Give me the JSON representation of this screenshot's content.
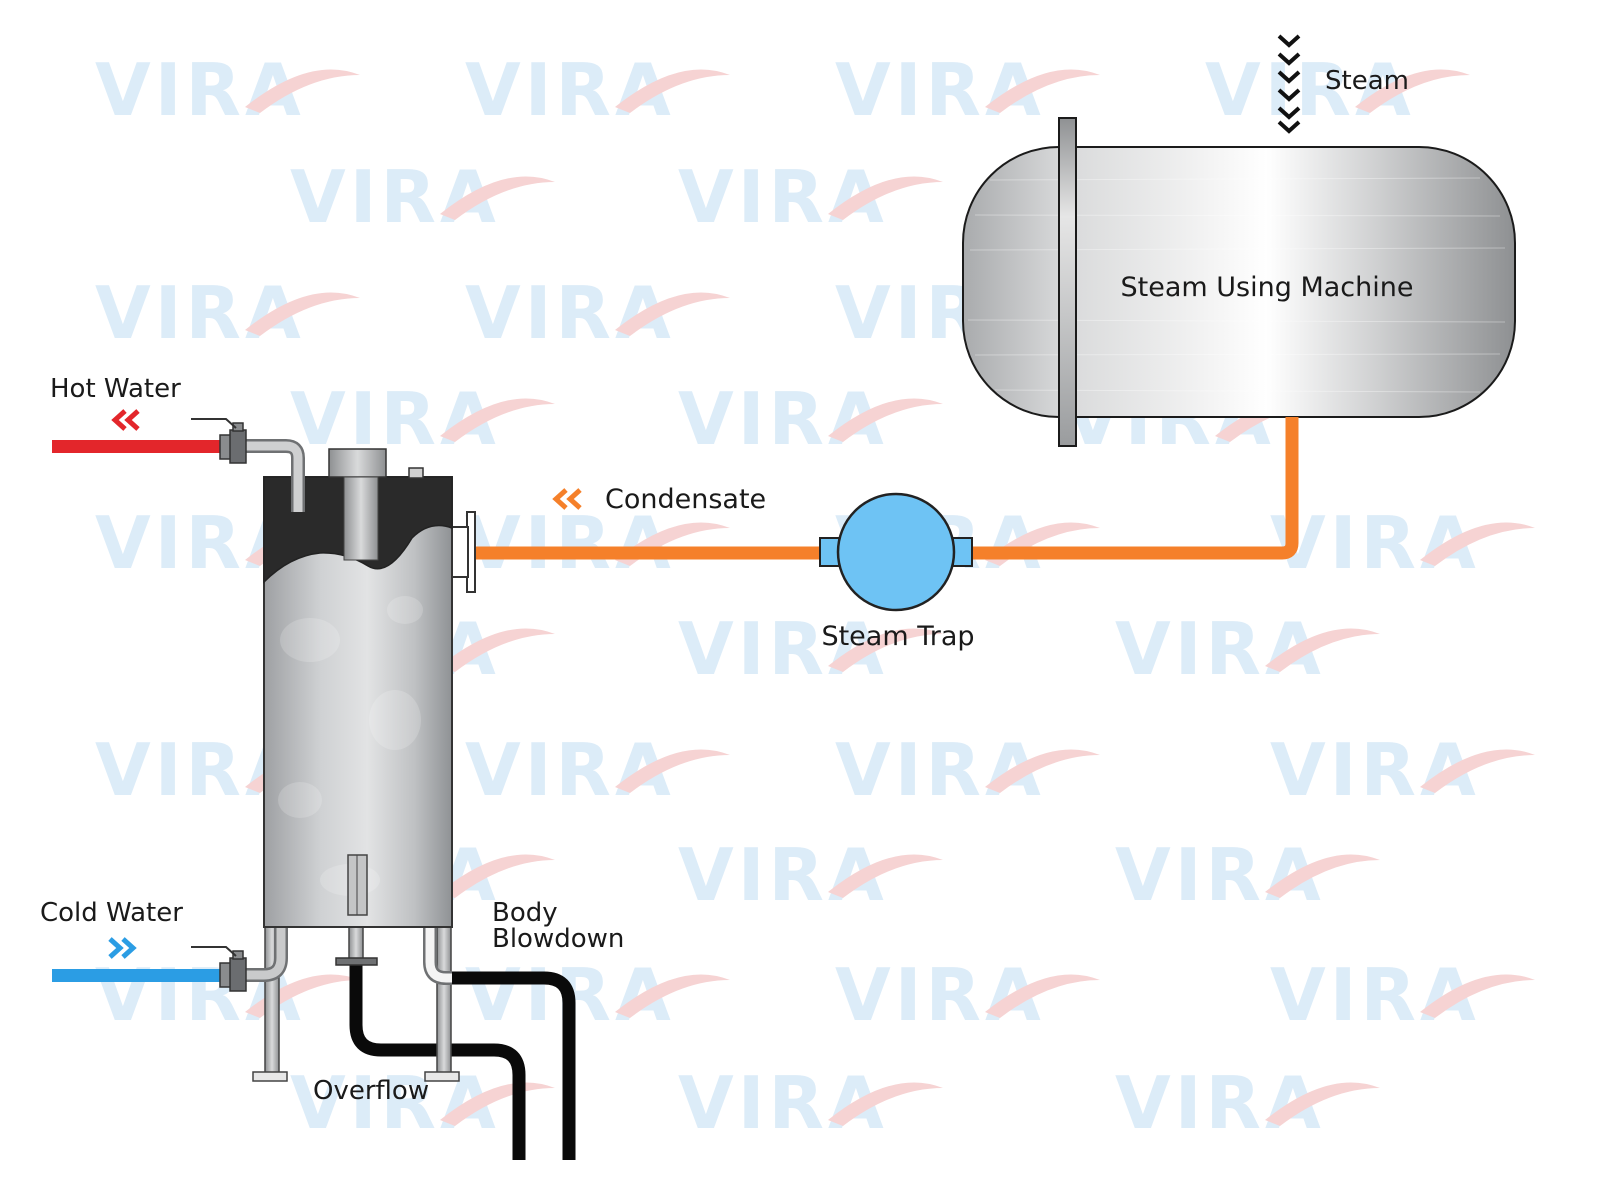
{
  "watermark": {
    "brand": "VIRA"
  },
  "labels": {
    "steam": "Steam",
    "machine": "Steam Using Machine",
    "hot_water": "Hot Water",
    "cold_water": "Cold Water",
    "condensate": "Condensate",
    "steam_trap": "Steam Trap",
    "body_blowdown_line1": "Body",
    "body_blowdown_line2": "Blowdown",
    "overflow": "Overflow"
  },
  "colors": {
    "hot_water": "#e3262b",
    "cold_water": "#2b9de4",
    "condensate": "#f5802a",
    "steam_trap": "#6ec3f4",
    "drain": "#0a0a0a",
    "watermark_text": "#dcecf8",
    "watermark_swoosh": "#f6d3d3"
  }
}
